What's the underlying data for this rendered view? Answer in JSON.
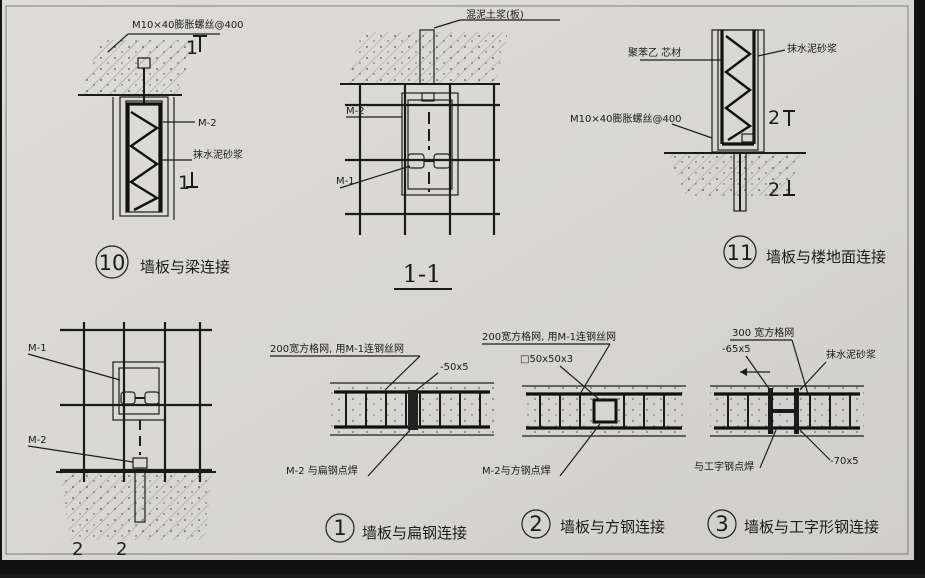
{
  "details": {
    "d10": {
      "number": "10",
      "caption": "墙板与梁连接",
      "bolt_label": "M10×40膨胀螺丝@400",
      "part_label": "M-2",
      "finish_label": "抹水泥砂浆",
      "section_mark_top": "1",
      "section_mark_bottom": "1"
    },
    "s11": {
      "title": "1-1",
      "concrete_label": "混泥土浆(板)",
      "part_m2": "M-2",
      "part_m1": "M-1"
    },
    "d11": {
      "number": "11",
      "caption": "墙板与楼地面连接",
      "core_label": "聚苯乙 芯材",
      "finish_label": "抹水泥砂浆",
      "bolt_label": "M10×40膨胀螺丝@400",
      "section_mark_top": "2",
      "section_mark_bottom": "2"
    },
    "s22": {
      "part_m1": "M-1",
      "part_m2": "M-2",
      "bottom_marks": [
        "2",
        "2"
      ]
    },
    "d1": {
      "number": "1",
      "caption": "墙板与扁钢连接",
      "mesh_label": "200宽方格网, 用M-1连钢丝网",
      "steel_label": "-50x5",
      "weld_label": "M-2 与扁钢点焊"
    },
    "d2": {
      "number": "2",
      "caption": "墙板与方钢连接",
      "mesh_label": "200宽方格网, 用M-1连钢丝网",
      "steel_label": "□50x50x3",
      "weld_label": "M-2与方钢点焊"
    },
    "d3": {
      "number": "3",
      "caption": "墙板与工字形钢连接",
      "mesh_label": "300 宽方格网",
      "steel_top_label": "-65x5",
      "finish_label": "抹水泥砂浆",
      "weld_label": "与工字钢点焊",
      "steel_bottom_label": "-70x5"
    }
  },
  "colors": {
    "paper": "#d9d8d4",
    "ink": "#1b1b1b",
    "frame": "#121212"
  }
}
